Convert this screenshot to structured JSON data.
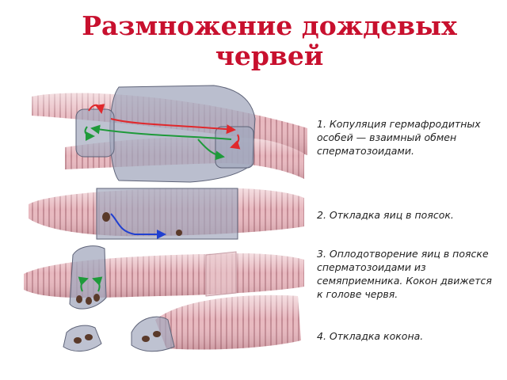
{
  "title": "Размножение дождевых червей",
  "steps": [
    {
      "text": "1. Копуляция гермафродитных особей — взаимный обмен сперматозоидами."
    },
    {
      "text": "2. Откладка яиц в поясок."
    },
    {
      "text": "3. Оплодотворение яиц в пояске сперматозоидами из семяприемника. Кокон движется к голове червя."
    },
    {
      "text": "4. Откладка кокона."
    }
  ],
  "colors": {
    "title": "#c8102e",
    "worm_body": "#e8b8bf",
    "worm_rings": "#b57883",
    "clitellum": "#a3a8bd",
    "arrow_red": "#e0282c",
    "arrow_green": "#1e9a3a",
    "arrow_blue": "#2040d0",
    "eggs": "#5a3a2a"
  }
}
